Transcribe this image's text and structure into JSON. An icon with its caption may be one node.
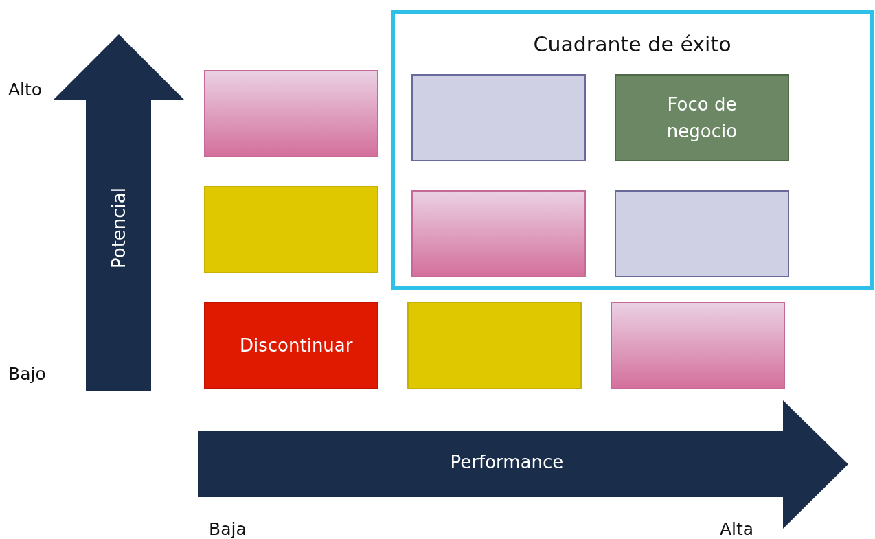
{
  "diagram": {
    "nodes": [
      {
        "text": [
          "Cuadrante de éxito"
        ]
      },
      {
        "text": [],
        "shape": "box"
      },
      {
        "text": [],
        "shape": "box",
        "in": 0
      },
      {
        "text": [
          "Foco de negocio"
        ],
        "in": 0
      },
      {
        "text": [],
        "shape": "box"
      },
      {
        "text": [],
        "shape": "box",
        "in": 0
      },
      {
        "text": [],
        "shape": "box",
        "in": 0
      },
      {
        "text": [
          "Discontinuar"
        ]
      },
      {
        "text": [],
        "shape": "box"
      },
      {
        "text": [],
        "shape": "box"
      },
      {
        "text": [
          "Potencial"
        ]
      },
      {
        "text": [
          "Performance"
        ]
      }
    ],
    "labels": [
      "Alto",
      "Bajo",
      "Baja",
      "Alta"
    ]
  }
}
